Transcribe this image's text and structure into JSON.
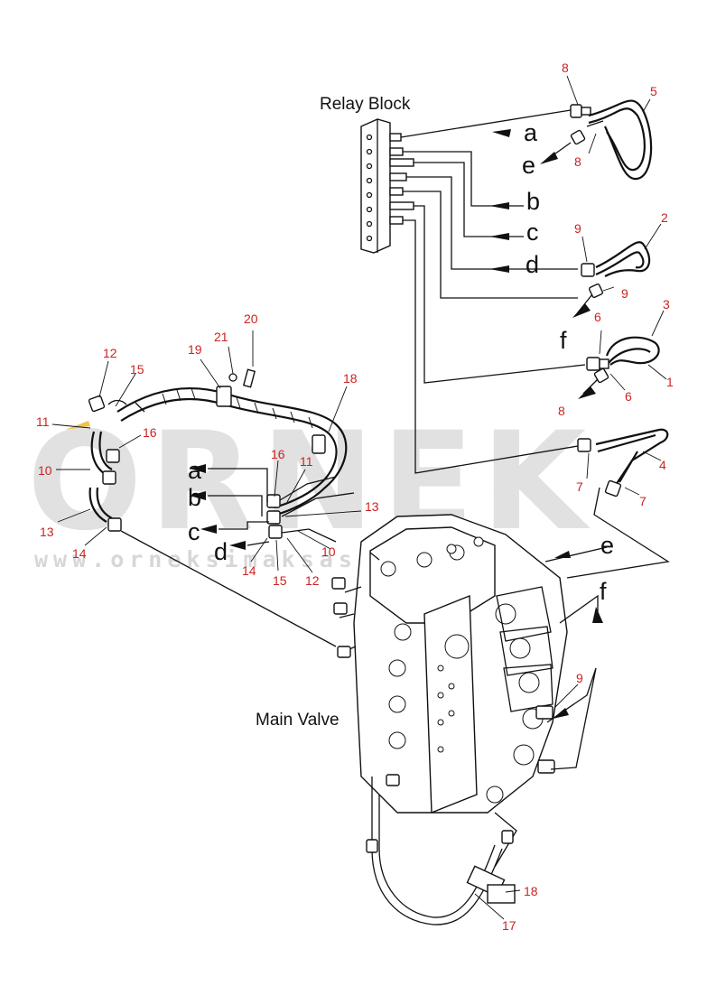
{
  "diagram": {
    "relay_block_label": "Relay Block",
    "main_valve_label": "Main Valve",
    "watermark": "ORNEK",
    "watermark_url": "www.orneksimaksasi.com.tr",
    "arrow_letters": [
      "a",
      "b",
      "c",
      "d",
      "e",
      "f"
    ],
    "callouts": [
      "1",
      "2",
      "3",
      "4",
      "5",
      "6",
      "7",
      "8",
      "9",
      "10",
      "11",
      "12",
      "13",
      "14",
      "15",
      "16",
      "17",
      "18",
      "19",
      "20",
      "21"
    ],
    "label_color": "#cc2222",
    "highlight_color": "#f2c14e"
  }
}
